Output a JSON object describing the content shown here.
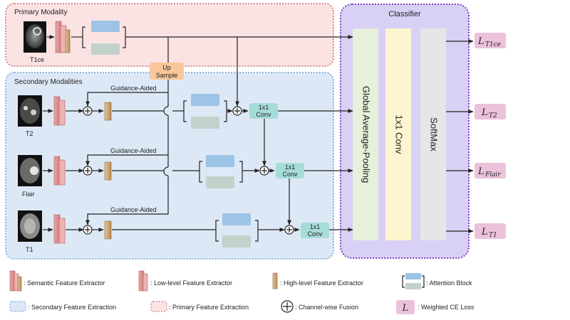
{
  "regions": {
    "primary": "Primary Modality",
    "secondary": "Secondary Modalities",
    "classifier": "Classifier"
  },
  "modalities": [
    "T1ce",
    "T2",
    "Flair",
    "T1"
  ],
  "upsample": {
    "line1": "Up",
    "line2": "Sample"
  },
  "guidance_label": "Guidance-Aided",
  "conv_small": {
    "line1": "1x1",
    "line2": "Conv"
  },
  "classifier_columns": [
    "Global Average-Pooling",
    "1x1 Conv",
    "SoftMax"
  ],
  "losses": [
    {
      "symbol": "L",
      "sub": "T1ce"
    },
    {
      "symbol": "L",
      "sub": "T2"
    },
    {
      "symbol": "L",
      "sub": "Flair"
    },
    {
      "symbol": "L",
      "sub": "T1"
    }
  ],
  "legend": {
    "semantic": ": Semantic Feature Extractor",
    "lowlevel": ": Low-level Feature Extractor",
    "highlevel": ": High-level Feature Extractor",
    "attention": ": Attention Block",
    "secondary": ": Secondary Feature Extraction",
    "primary": ": Primary Feature Extraction",
    "fusion": ": Channel-wise Fusion",
    "loss_symbol": "L",
    "loss": ": Weighted CE Loss"
  },
  "colors": {
    "primary_fill": "#fbe3e3",
    "primary_border": "#d08080",
    "secondary_fill": "#dde8f6",
    "secondary_border": "#80acd6",
    "classifier_fill": "#d9d0f5",
    "classifier_border": "#7b3fc4",
    "gap_fill": "#e7f0db",
    "conv_fill": "#fdf5cf",
    "softmax_fill": "#e6e6e6",
    "attention_top": "#9dc3e6",
    "attention_bottom": "#c3d1cb",
    "conv_small": "#a6dcd8",
    "upsample": "#f9c79a",
    "loss_fill": "#ebc2da"
  }
}
